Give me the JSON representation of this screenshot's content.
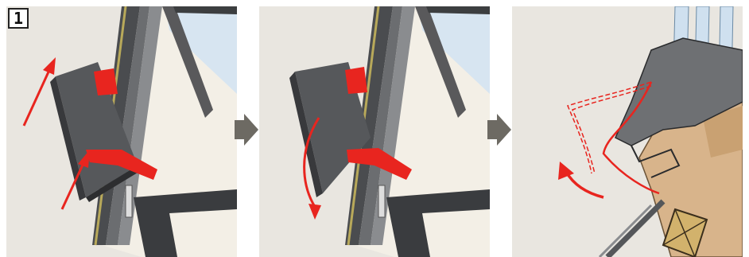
{
  "step": {
    "number": "1"
  },
  "colors": {
    "background": "#e9e6e0",
    "flap": "#55575a",
    "flap_dark": "#3b3d40",
    "accent": "#e8251f",
    "glass": "#cfe0ef",
    "wood": "#d8b48b",
    "arrow_gray": "#6d6a63"
  },
  "panels": [
    {
      "name": "lift-flap",
      "motion": "up"
    },
    {
      "name": "rotate-flap",
      "motion": "down"
    },
    {
      "name": "section-view",
      "motion": "rotate-open"
    }
  ],
  "icons": [
    "step-arrow-icon",
    "step-arrow-icon"
  ]
}
